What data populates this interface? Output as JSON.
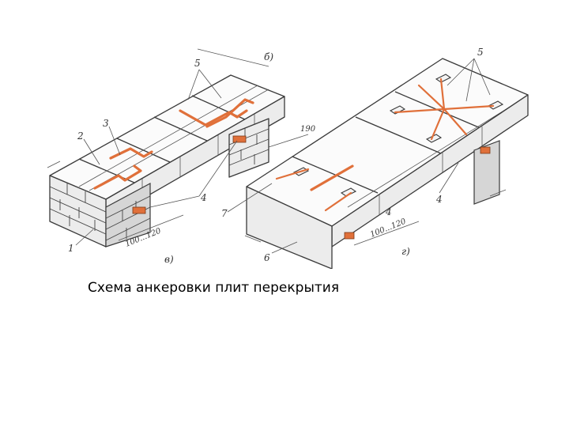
{
  "caption": "Схема анкеровки плит перекрытия",
  "figure": {
    "view_labels": {
      "b": "б)",
      "v": "в)",
      "g": "г)"
    },
    "callouts": {
      "n1": "1",
      "n2": "2",
      "n3": "3",
      "n4_left": "4",
      "n5_left": "5",
      "n4_right_a": "4",
      "n4_right_b": "4",
      "n5_right": "5",
      "n6": "6",
      "n7": "7"
    },
    "dimensions": {
      "d190": "190",
      "d100_120_left": "100...120",
      "d100_120_right": "100...120"
    },
    "colors": {
      "anchor": "#e0703a",
      "line": "#3a3a3a"
    }
  }
}
